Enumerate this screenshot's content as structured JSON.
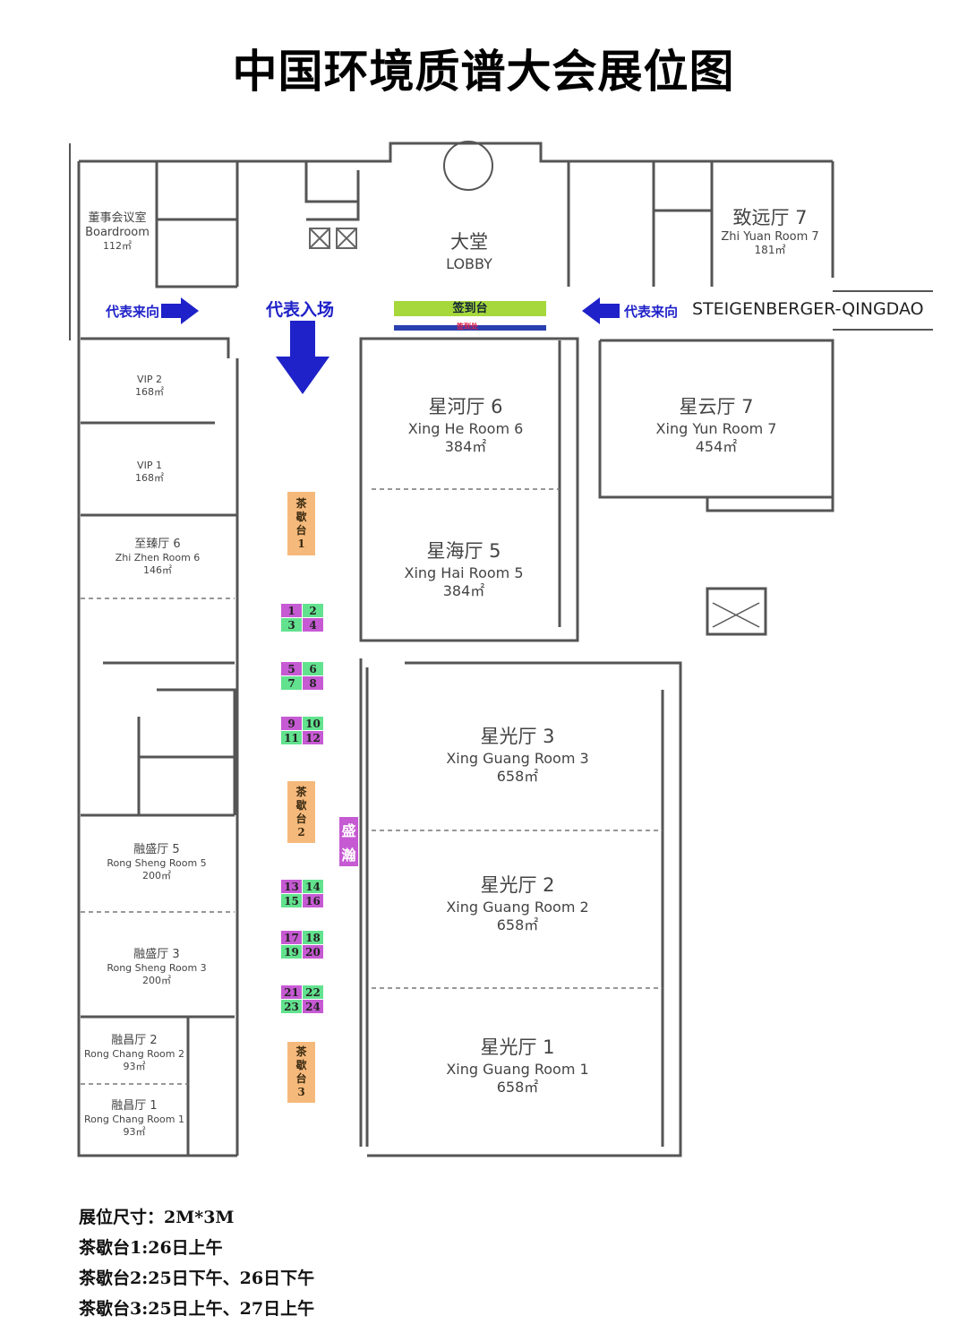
{
  "title": "中国环境质谱大会展位图",
  "venue": "STEIGENBERGER-QINGDAO",
  "lobby": {
    "cn": "大堂",
    "en": "LOBBY"
  },
  "arrows": {
    "delegates_from_left": "代表来向",
    "delegates_from_right": "代表来向",
    "delegates_entry": "代表入场"
  },
  "signin": {
    "label": "签到台",
    "sub_label": "签到处",
    "color": "#a6d83c",
    "bar_color": "#2a3fb0"
  },
  "rooms": {
    "boardroom": {
      "cn": "董事会议室",
      "en": "Boardroom",
      "area": "112㎡"
    },
    "zhiyuan7": {
      "cn": "致远厅 7",
      "en": "Zhi Yuan Room 7",
      "area": "181㎡"
    },
    "vip2": {
      "en": "VIP 2",
      "area": "168㎡"
    },
    "vip1": {
      "en": "VIP 1",
      "area": "168㎡"
    },
    "zhizhen6": {
      "cn": "至臻厅 6",
      "en": "Zhi Zhen Room 6",
      "area": "146㎡"
    },
    "xinghe6": {
      "cn": "星河厅 6",
      "en": "Xing He Room 6",
      "area": "384㎡"
    },
    "xingyun7": {
      "cn": "星云厅 7",
      "en": "Xing Yun Room 7",
      "area": "454㎡"
    },
    "xinghai5": {
      "cn": "星海厅 5",
      "en": "Xing Hai Room 5",
      "area": "384㎡"
    },
    "xingguang3": {
      "cn": "星光厅 3",
      "en": "Xing Guang Room 3",
      "area": "658㎡"
    },
    "xingguang2": {
      "cn": "星光厅 2",
      "en": "Xing Guang Room 2",
      "area": "658㎡"
    },
    "xingguang1": {
      "cn": "星光厅 1",
      "en": "Xing Guang Room 1",
      "area": "658㎡"
    },
    "rongsheng5": {
      "cn": "融盛厅 5",
      "en": "Rong Sheng Room 5",
      "area": "200㎡"
    },
    "rongsheng3": {
      "cn": "融盛厅 3",
      "en": "Rong Sheng Room 3",
      "area": "200㎡"
    },
    "rongchang2": {
      "cn": "融昌厅 2",
      "en": "Rong Chang Room 2",
      "area": "93㎡"
    },
    "rongchang1": {
      "cn": "融昌厅 1",
      "en": "Rong Chang Room 1",
      "area": "93㎡"
    }
  },
  "tea_stations": [
    {
      "chars": [
        "茶",
        "歇",
        "台",
        "1"
      ]
    },
    {
      "chars": [
        "茶",
        "歇",
        "台",
        "2"
      ]
    },
    {
      "chars": [
        "茶",
        "歇",
        "台",
        "3"
      ]
    }
  ],
  "booths": [
    "1",
    "2",
    "3",
    "4",
    "5",
    "6",
    "7",
    "8",
    "9",
    "10",
    "11",
    "12",
    "13",
    "14",
    "15",
    "16",
    "17",
    "18",
    "19",
    "20",
    "21",
    "22",
    "23",
    "24"
  ],
  "booth_colors": {
    "magenta": "#c65ad3",
    "green": "#62e28e"
  },
  "sponsor_block": {
    "chars": [
      "盛",
      "瀚"
    ],
    "color": "#c65ad3"
  },
  "notes": [
    "展位尺寸：2M*3M",
    "茶歇台1:26日上午",
    "茶歇台2:25日下午、26日下午",
    "茶歇台3:25日上午、27日上午"
  ]
}
